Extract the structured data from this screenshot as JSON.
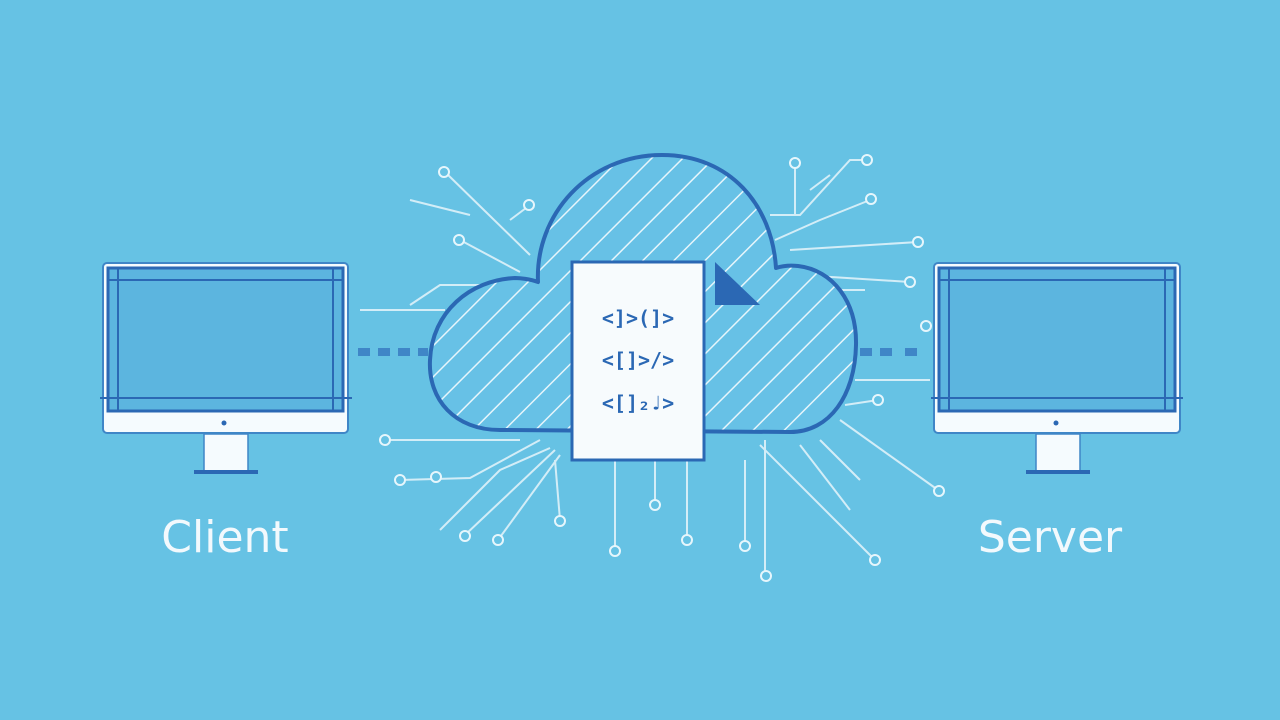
{
  "labels": {
    "client": "Client",
    "server": "Server"
  },
  "document": {
    "code_lines": [
      "<]>(]>",
      "<[]>/>",
      "<[]₂♩>"
    ]
  },
  "colors": {
    "background": "#66c2e4",
    "outline": "#2b68b4",
    "screen_fill": "#5cb5df",
    "panel_white": "#f7fbfd",
    "lines": "#dff2fa"
  }
}
